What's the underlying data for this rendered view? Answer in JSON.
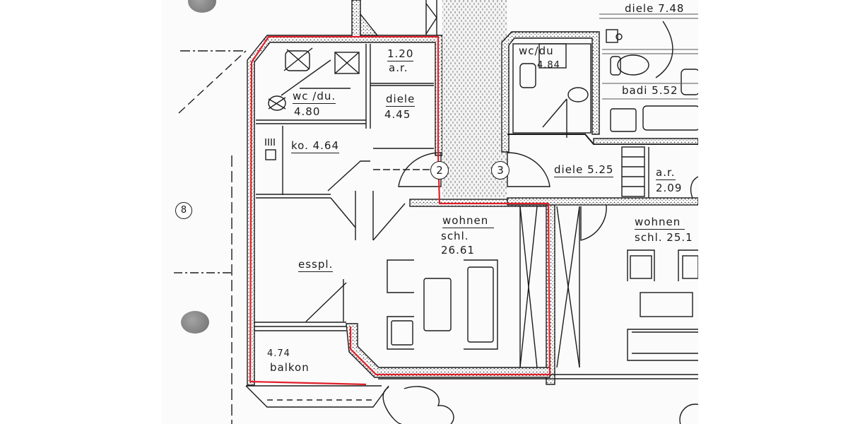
{
  "document": {
    "type": "architectural floor plan (scanned)",
    "highlight_color": "#e0202a",
    "line_color": "#1c1c1c"
  },
  "rooms": [
    {
      "id": "wc-du-left",
      "name": "wc /du.",
      "area": "4.80"
    },
    {
      "id": "ar-left",
      "name": "a.r.",
      "area": "1.20"
    },
    {
      "id": "diele-left",
      "name": "diele",
      "area": "4.45"
    },
    {
      "id": "kueche",
      "name": "ko.",
      "area": "4.64",
      "label": "ko. 4.64"
    },
    {
      "id": "esspl",
      "name": "esspl.",
      "area": ""
    },
    {
      "id": "wohnen-schl-left",
      "name": "wohnen",
      "sub": "schl.",
      "area": "26.61"
    },
    {
      "id": "balkon",
      "name": "balkon",
      "area": "4.74"
    },
    {
      "id": "wc-du-right",
      "name": "wc/du",
      "area": "4.84"
    },
    {
      "id": "badi",
      "name": "badi",
      "area": "5.52",
      "label": "badi 5.52"
    },
    {
      "id": "diele-top",
      "name": "diele",
      "area": "7.48",
      "label": "diele 7.48"
    },
    {
      "id": "diele-right",
      "name": "diele",
      "area": "5.25",
      "label": "diele 5.25"
    },
    {
      "id": "ar-right",
      "name": "a.r.",
      "area": "2.09"
    },
    {
      "id": "wohnen-schl-right",
      "name": "wohnen",
      "sub": "schl.",
      "area": "25.1",
      "label": "schl. 25.1"
    }
  ],
  "markers": {
    "unit_2": "2",
    "unit_3": "3",
    "axis_8": "8"
  }
}
